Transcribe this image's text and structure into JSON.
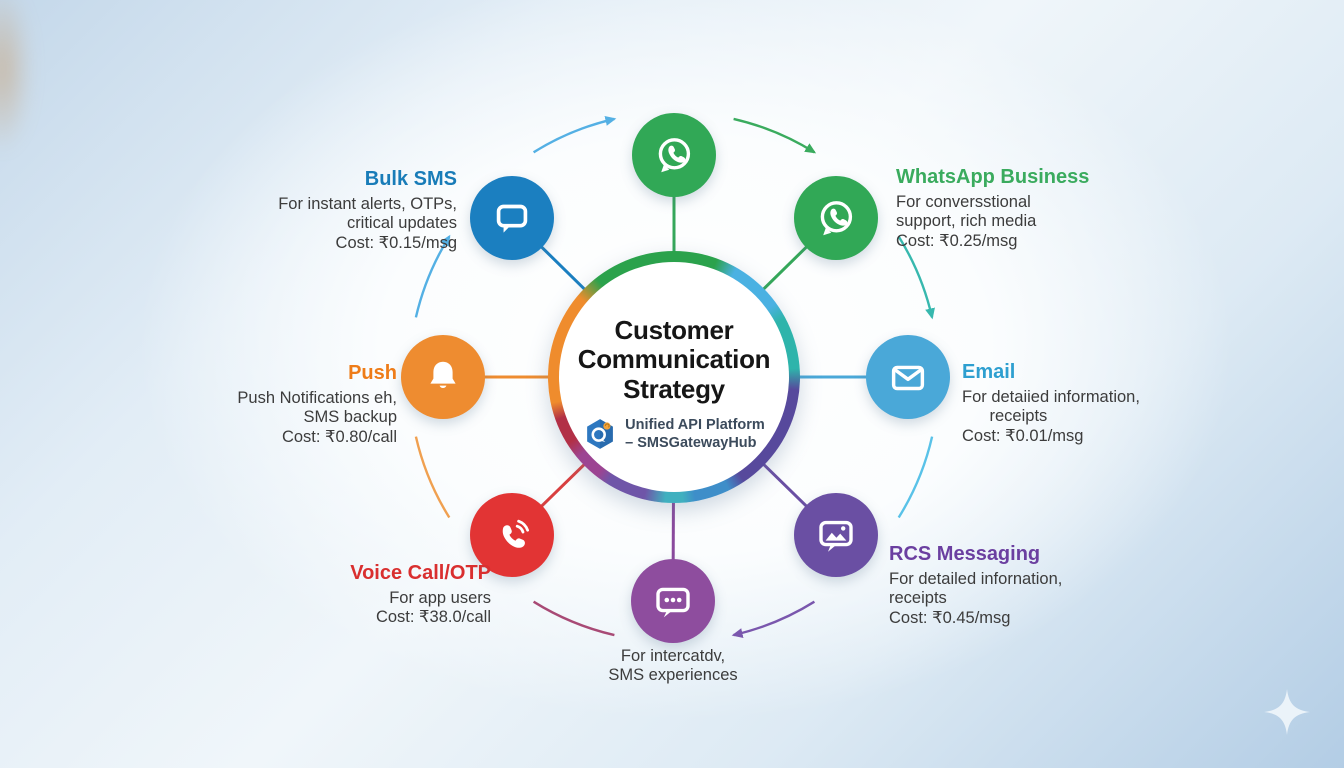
{
  "hub": {
    "title": "Customer\nCommunication\nStrategy",
    "subtitle_line1": "Unified API Platform",
    "subtitle_line2": "– SMSGatewayHub",
    "ring_colors": [
      "#2ba24c",
      "#4ab1e2",
      "#2eb4ab",
      "#57499c",
      "#3e8ec9",
      "#6f55a8",
      "#9c4492",
      "#b23046",
      "#ef8c2d"
    ]
  },
  "channels": {
    "whatsapp_top": {
      "icon": "whatsapp-icon",
      "color": "#31a856"
    },
    "whatsapp_business": {
      "title": "WhatsApp Business",
      "desc": "For conversstional\nsupport, rich media",
      "cost": "Cost: ₹0.25/msg",
      "color": "#31a856"
    },
    "email": {
      "title": "Email",
      "desc": "For detaiied information,\n      receipts",
      "cost": "Cost: ₹0.01/msg",
      "color": "#4aa8d8"
    },
    "rcs": {
      "title": "RCS Messaging",
      "desc": "For detailed infornation,\nreceipts",
      "cost": "Cost: ₹0.45/msg",
      "color": "#6a4fa3"
    },
    "chat": {
      "desc": "For intercatdv,\nSMS experiences",
      "color": "#8e4d9e"
    },
    "voice": {
      "title": "Voice Call/OTP",
      "desc": "For app users",
      "cost": "Cost: ₹38.0/call",
      "color": "#e23434"
    },
    "push": {
      "title": "Push",
      "desc": "Push Notifications eh,\nSMS backup",
      "cost": "Cost: ₹0.80/call",
      "color": "#ee8c30"
    },
    "bulk_sms": {
      "title": "Bulk SMS",
      "desc": "For instant alerts, OTPs,\ncritical updates",
      "cost": "Cost: ₹0.15/msg",
      "color": "#1b7fc0"
    }
  }
}
